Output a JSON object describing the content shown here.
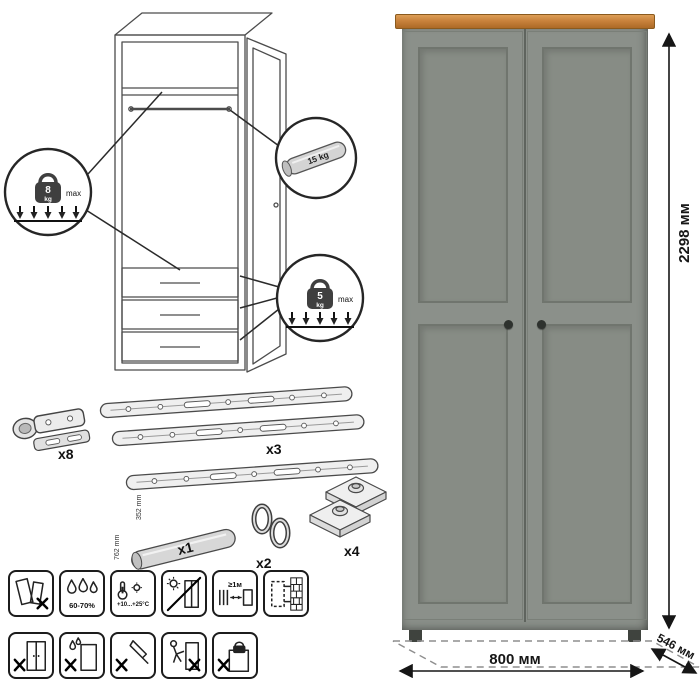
{
  "colors": {
    "wood_top": "#c8823c",
    "body_gray": "#8b908a",
    "line": "#262626"
  },
  "dimensions": {
    "height": "2298 мм",
    "width": "800 мм",
    "depth": "546 мм"
  },
  "load_callouts": {
    "shelf": {
      "value": "8",
      "unit": "kg",
      "suffix": "max"
    },
    "drawers": {
      "value": "5",
      "unit": "kg",
      "suffix": "max"
    },
    "rod": {
      "label": "15 kg"
    }
  },
  "hardware": [
    {
      "name": "hinge",
      "qty": "x8"
    },
    {
      "name": "drawer-slide",
      "qty": "x3",
      "length": "352 mm"
    },
    {
      "name": "hanger-tube",
      "qty": "x1",
      "length": "762 mm"
    },
    {
      "name": "hook",
      "qty": "x2"
    },
    {
      "name": "mounting-plate",
      "qty": "x4"
    }
  ],
  "care": {
    "humidity": "60-70%",
    "temperature": "+10...+25°C",
    "min_distance": "≥1м"
  }
}
